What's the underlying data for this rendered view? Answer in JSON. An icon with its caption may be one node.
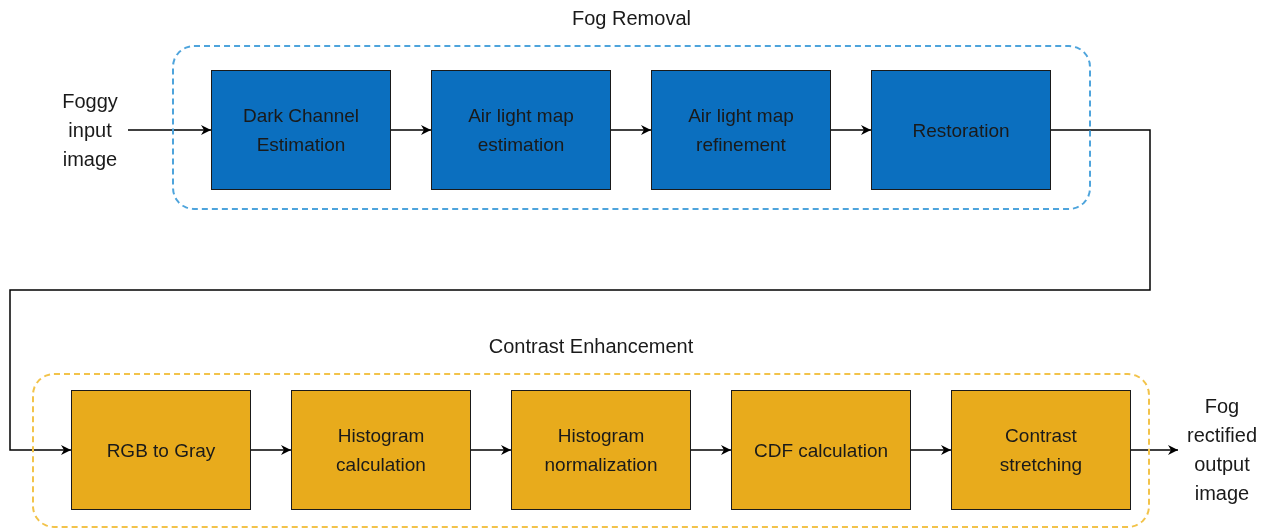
{
  "diagram": {
    "nodes": [
      {
        "text": [
          "Foggy input image"
        ]
      },
      {
        "text": [
          "Fog Removal"
        ]
      },
      {
        "text": [
          "Dark Channel Estimation"
        ],
        "in": 1
      },
      {
        "text": [
          "Air light map estimation"
        ],
        "in": 1
      },
      {
        "text": [
          "Air light map refinement"
        ],
        "in": 1
      },
      {
        "text": [
          "Restoration"
        ],
        "in": 1
      },
      {
        "text": [
          "Contrast Enhancement"
        ]
      },
      {
        "text": [
          "RGB to Gray"
        ],
        "in": 6
      },
      {
        "text": [
          "Histogram calculation"
        ],
        "in": 6
      },
      {
        "text": [
          "Histogram normalization"
        ],
        "in": 6
      },
      {
        "text": [
          "CDF calculation"
        ],
        "in": 6
      },
      {
        "text": [
          "Contrast stretching"
        ],
        "in": 6
      },
      {
        "text": [
          "Fog rectified output image"
        ]
      }
    ],
    "edges": [
      {
        "from": 0,
        "to": 2,
        "arrow": "to"
      },
      {
        "from": 2,
        "to": 3,
        "arrow": "to"
      },
      {
        "from": 3,
        "to": 4,
        "arrow": "to"
      },
      {
        "from": 4,
        "to": 5,
        "arrow": "to"
      },
      {
        "from": 5,
        "to": 7,
        "arrow": "to"
      },
      {
        "from": 7,
        "to": 8,
        "arrow": "to"
      },
      {
        "from": 8,
        "to": 9,
        "arrow": "to"
      },
      {
        "from": 9,
        "to": 10,
        "arrow": "to"
      },
      {
        "from": 10,
        "to": 11,
        "arrow": "to"
      },
      {
        "from": 11,
        "to": 12,
        "arrow": "to"
      }
    ]
  }
}
